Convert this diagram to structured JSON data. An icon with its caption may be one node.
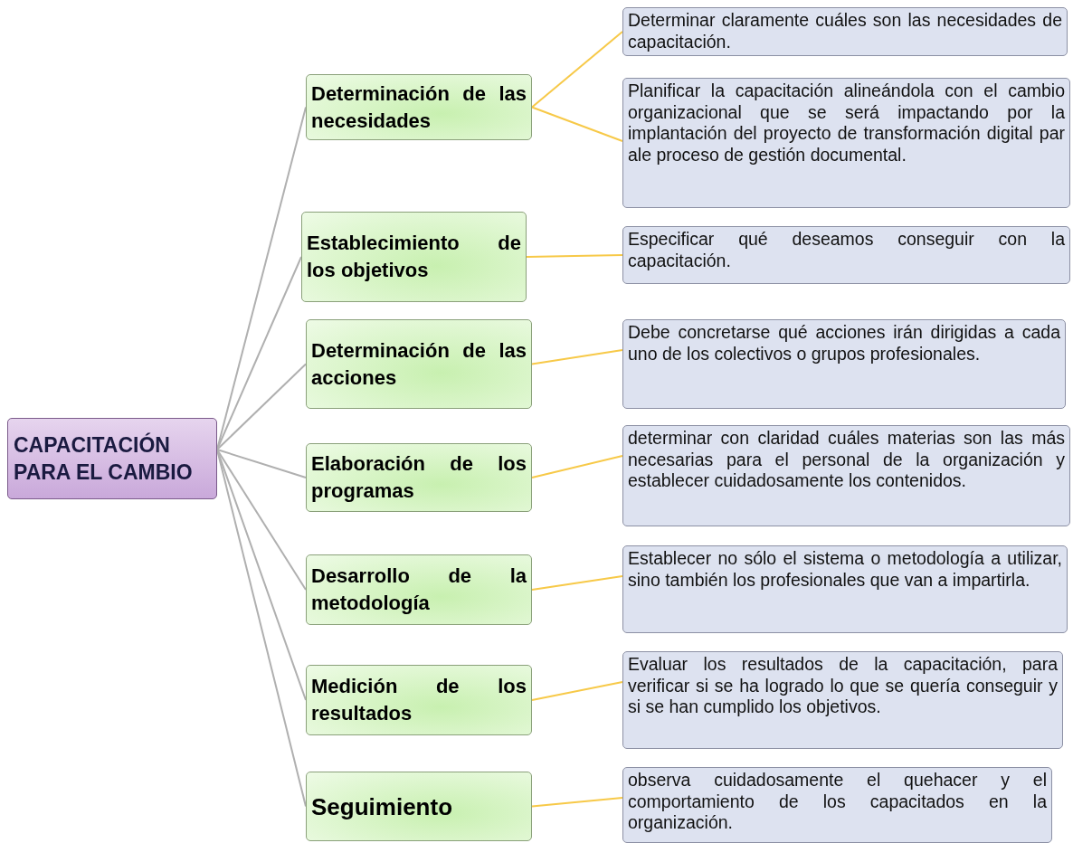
{
  "diagram": {
    "nodes": [
      {
        "text": [
          "CAPACITACIÓN PARA EL CAMBIO"
        ]
      },
      {
        "text": [
          "Determinación de las necesidades"
        ]
      },
      {
        "text": [
          "Establecimiento de los objetivos"
        ]
      },
      {
        "text": [
          "Determinación de las acciones"
        ]
      },
      {
        "text": [
          "Elaboración de los programas"
        ]
      },
      {
        "text": [
          "Desarrollo de la metodología"
        ]
      },
      {
        "text": [
          "Medición de los resultados"
        ]
      },
      {
        "text": [
          "Seguimiento"
        ]
      },
      {
        "text": [
          "Determinar claramente cuáles son las necesidades de capacitación."
        ]
      },
      {
        "text": [
          "Planificar la capacitación alineándola con el cambio organizacional que se será impactando por la implantación del proyecto de transformación digital par ale proceso de gestión documental."
        ]
      },
      {
        "text": [
          "Especificar qué deseamos conseguir con la capacitación."
        ]
      },
      {
        "text": [
          "Debe concretarse qué acciones irán dirigidas a cada uno de los colectivos o grupos profesionales."
        ]
      },
      {
        "text": [
          "determinar con claridad cuáles materias son las más necesarias para el personal de la organización y establecer cuidadosamente los contenidos."
        ]
      },
      {
        "text": [
          "Establecer no sólo el sistema o metodología a utilizar, sino también los profesionales que van a impartirla."
        ]
      },
      {
        "text": [
          "Evaluar los resultados de la capacitación, para verificar  si se ha logrado lo que se quería conseguir y si se han cumplido los objetivos."
        ]
      },
      {
        "text": [
          "observa cuidadosamente el quehacer y el comportamiento de los capacitados en la organización."
        ]
      }
    ],
    "edges": [
      {
        "from": 0,
        "to": 1,
        "arrow": "none",
        "color": "#b0b0b0"
      },
      {
        "from": 0,
        "to": 2,
        "arrow": "none",
        "color": "#b0b0b0"
      },
      {
        "from": 0,
        "to": 3,
        "arrow": "none",
        "color": "#b0b0b0"
      },
      {
        "from": 0,
        "to": 4,
        "arrow": "none",
        "color": "#b0b0b0"
      },
      {
        "from": 0,
        "to": 5,
        "arrow": "none",
        "color": "#b0b0b0"
      },
      {
        "from": 0,
        "to": 6,
        "arrow": "none",
        "color": "#b0b0b0"
      },
      {
        "from": 0,
        "to": 7,
        "arrow": "none",
        "color": "#b0b0b0"
      },
      {
        "from": 1,
        "to": 8,
        "arrow": "none"
      },
      {
        "from": 1,
        "to": 9,
        "arrow": "none"
      },
      {
        "from": 2,
        "to": 10,
        "arrow": "none"
      },
      {
        "from": 3,
        "to": 11,
        "arrow": "none"
      },
      {
        "from": 4,
        "to": 12,
        "arrow": "none"
      },
      {
        "from": 5,
        "to": 13,
        "arrow": "none"
      },
      {
        "from": 6,
        "to": 14,
        "arrow": "none"
      },
      {
        "from": 7,
        "to": 15,
        "arrow": "none"
      }
    ]
  }
}
